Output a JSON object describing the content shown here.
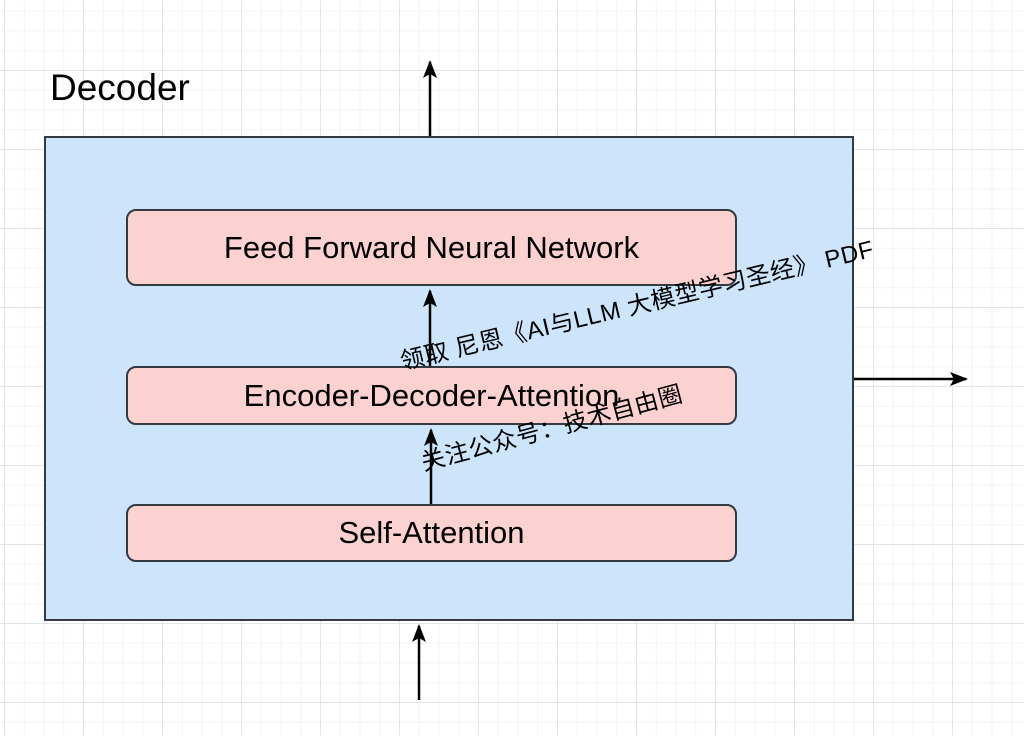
{
  "diagram": {
    "title": "Decoder",
    "nodes": [
      {
        "id": "ffn",
        "label": "Feed Forward Neural Network"
      },
      {
        "id": "eda",
        "label": "Encoder-Decoder-Attention"
      },
      {
        "id": "sa",
        "label": "Self-Attention"
      }
    ],
    "edges": [
      {
        "from": "input-below-canvas",
        "to": "decoder-container-bottom",
        "direction": "up"
      },
      {
        "from": "self-attention",
        "to": "encoder-decoder-attention",
        "direction": "up"
      },
      {
        "from": "encoder-decoder-attention",
        "to": "feed-forward-neural-network",
        "direction": "up"
      },
      {
        "from": "decoder-container-top",
        "to": "output-above-canvas",
        "direction": "up"
      },
      {
        "from": "decoder-container-right",
        "to": "output-right",
        "direction": "right"
      }
    ],
    "watermark": {
      "line1": "领取 尼恩《AI与LLM 大模型学习圣经》 PDF",
      "line2": "关注公众号：技术自由圈"
    },
    "colors": {
      "container_fill": "#cce5fb",
      "node_fill": "#fbd2d0",
      "border": "#343a40",
      "arrow": "#000000",
      "grid_minor": "#f3f3f3",
      "grid_major": "#e4e4e4",
      "text": "#000000"
    }
  }
}
